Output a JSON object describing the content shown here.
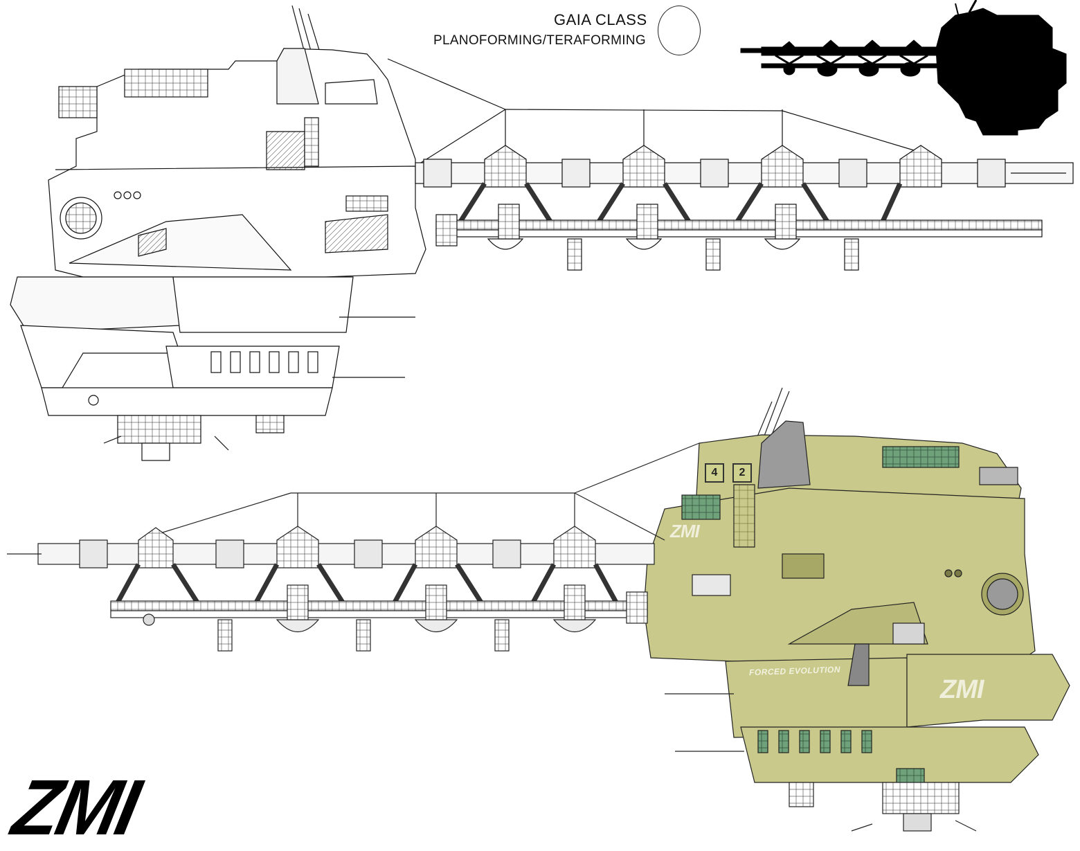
{
  "header": {
    "title": "GAIA CLASS",
    "subtitle": "PLANOFORMING/TERAFORMING"
  },
  "logo": {
    "text": "ZMI"
  },
  "colored_view": {
    "hull_numbers": [
      "4",
      "2"
    ],
    "decal_primary": "ZMI",
    "decal_side": "ZMI",
    "decal_banner": "FORCED EVOLUTION"
  },
  "colors": {
    "ink": "#111111",
    "hull_olive": "#c8c98a",
    "hull_olive_dark": "#a7a866",
    "silhouette": "#000000",
    "panel_green": "#6fa27a",
    "background": "#ffffff"
  }
}
